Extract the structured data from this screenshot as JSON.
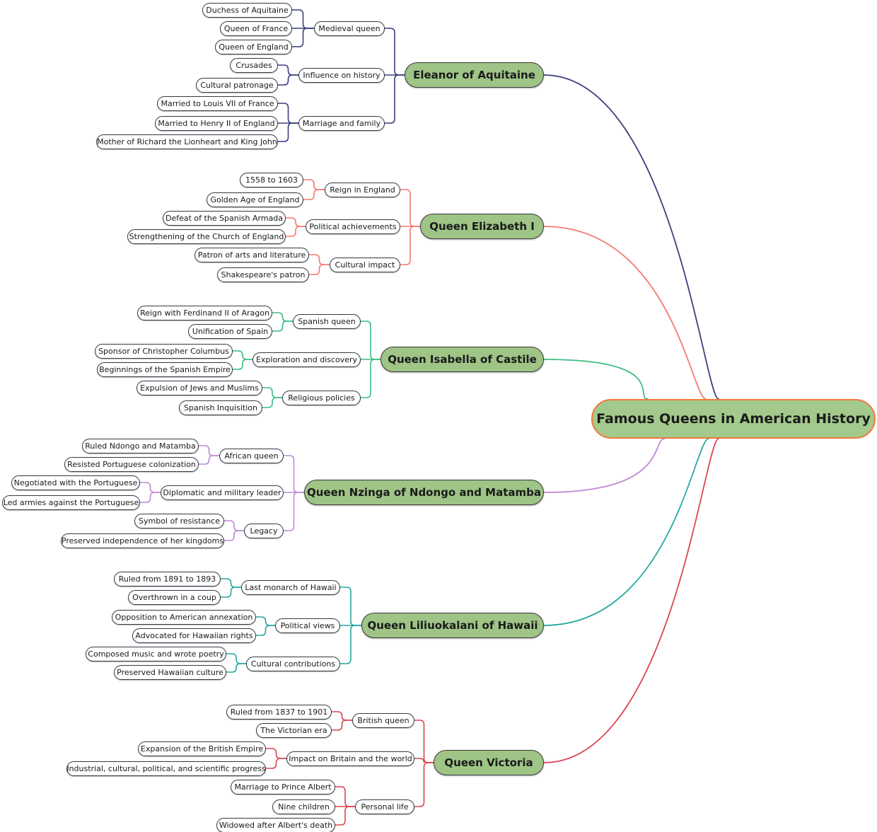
{
  "root": {
    "label": "Famous Queens in American History",
    "color": "#f07a3a"
  },
  "branches": [
    {
      "id": "eleanor",
      "label": "Eleanor of Aquitaine",
      "color": "#3b3f7e",
      "children": [
        {
          "label": "Medieval queen",
          "leaves": [
            "Duchess of Aquitaine",
            "Queen of France",
            "Queen of England"
          ]
        },
        {
          "label": "Influence on history",
          "leaves": [
            "Crusades",
            "Cultural patronage"
          ]
        },
        {
          "label": "Marriage and family",
          "leaves": [
            "Married to Louis VII of France",
            "Married to Henry II of England",
            "Mother of Richard the Lionheart and King John"
          ]
        }
      ]
    },
    {
      "id": "elizabeth",
      "label": "Queen Elizabeth I",
      "color": "#f47a72",
      "children": [
        {
          "label": "Reign in England",
          "leaves": [
            "1558 to 1603",
            "Golden Age of England"
          ]
        },
        {
          "label": "Political achievements",
          "leaves": [
            "Defeat of the Spanish Armada",
            "Strengthening of the Church of England"
          ]
        },
        {
          "label": "Cultural impact",
          "leaves": [
            "Patron of arts and literature",
            "Shakespeare's patron"
          ]
        }
      ]
    },
    {
      "id": "isabella",
      "label": "Queen Isabella of Castile",
      "color": "#3dbd82",
      "children": [
        {
          "label": "Spanish queen",
          "leaves": [
            "Reign with Ferdinand II of Aragon",
            "Unification of Spain"
          ]
        },
        {
          "label": "Exploration and discovery",
          "leaves": [
            "Sponsor of Christopher Columbus",
            "Beginnings of the Spanish Empire"
          ]
        },
        {
          "label": "Religious policies",
          "leaves": [
            "Expulsion of Jews and Muslims",
            "Spanish Inquisition"
          ]
        }
      ]
    },
    {
      "id": "nzinga",
      "label": "Queen Nzinga of Ndongo and Matamba",
      "color": "#c088d8",
      "children": [
        {
          "label": "African queen",
          "leaves": [
            "Ruled Ndongo and Matamba",
            "Resisted Portuguese colonization"
          ]
        },
        {
          "label": "Diplomatic and military leader",
          "leaves": [
            "Negotiated with the Portuguese",
            "Led armies against the Portuguese"
          ]
        },
        {
          "label": "Legacy",
          "leaves": [
            "Symbol of resistance",
            "Preserved independence of her kingdoms"
          ]
        }
      ]
    },
    {
      "id": "liliuokalani",
      "label": "Queen Liliuokalani of Hawaii",
      "color": "#27a8a2",
      "children": [
        {
          "label": "Last monarch of Hawaii",
          "leaves": [
            "Ruled from 1891 to 1893",
            "Overthrown in a coup"
          ]
        },
        {
          "label": "Political views",
          "leaves": [
            "Opposition to American annexation",
            "Advocated for Hawaiian rights"
          ]
        },
        {
          "label": "Cultural contributions",
          "leaves": [
            "Composed music and wrote poetry",
            "Preserved Hawaiian culture"
          ]
        }
      ]
    },
    {
      "id": "victoria",
      "label": "Queen Victoria",
      "color": "#d94652",
      "children": [
        {
          "label": "British queen",
          "leaves": [
            "Ruled from 1837 to 1901",
            "The Victorian era"
          ]
        },
        {
          "label": "Impact on Britain and the world",
          "leaves": [
            "Expansion of the British Empire",
            "Industrial, cultural, political, and scientific progress"
          ]
        },
        {
          "label": "Personal life",
          "leaves": [
            "Marriage to Prince Albert",
            "Nine children",
            "Widowed after Albert's death"
          ]
        }
      ]
    }
  ]
}
